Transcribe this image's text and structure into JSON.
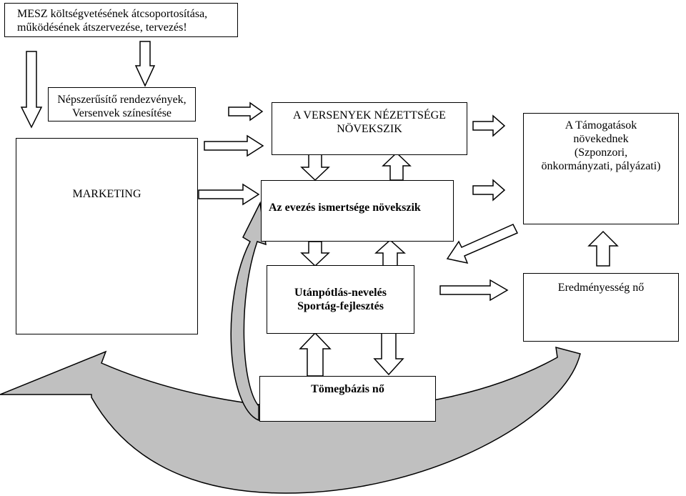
{
  "boxes": {
    "title": {
      "lines": [
        "MESZ költségvetésének átcsoportosítása,",
        "működésének átszervezése, tervezés!"
      ]
    },
    "events": {
      "lines": [
        "Népszerűsítő rendezvények,",
        "Versenvek színesítése"
      ]
    },
    "marketing": {
      "text": "MARKETING"
    },
    "prestige": {
      "lines": [
        "A VERSENYEK NÉZETTSÉGE",
        "NÖVEKSZIK"
      ]
    },
    "awareness": {
      "text": "Az evezés ismertsége növekszik"
    },
    "support": {
      "lines": [
        "A Támogatások",
        "növekednek",
        "(Szponzori,",
        "önkormányzati, pályázati)"
      ]
    },
    "youth": {
      "lines": [
        "Utánpótlás-nevelés",
        "Sportág-fejlesztés"
      ]
    },
    "results": {
      "text": "Eredményesség nő"
    },
    "mass": {
      "text": "Tömegbázis nő"
    }
  },
  "colors": {
    "arrow_fill": "#ffffff",
    "curve_fill": "#c0c0c0",
    "stroke": "#000000"
  }
}
